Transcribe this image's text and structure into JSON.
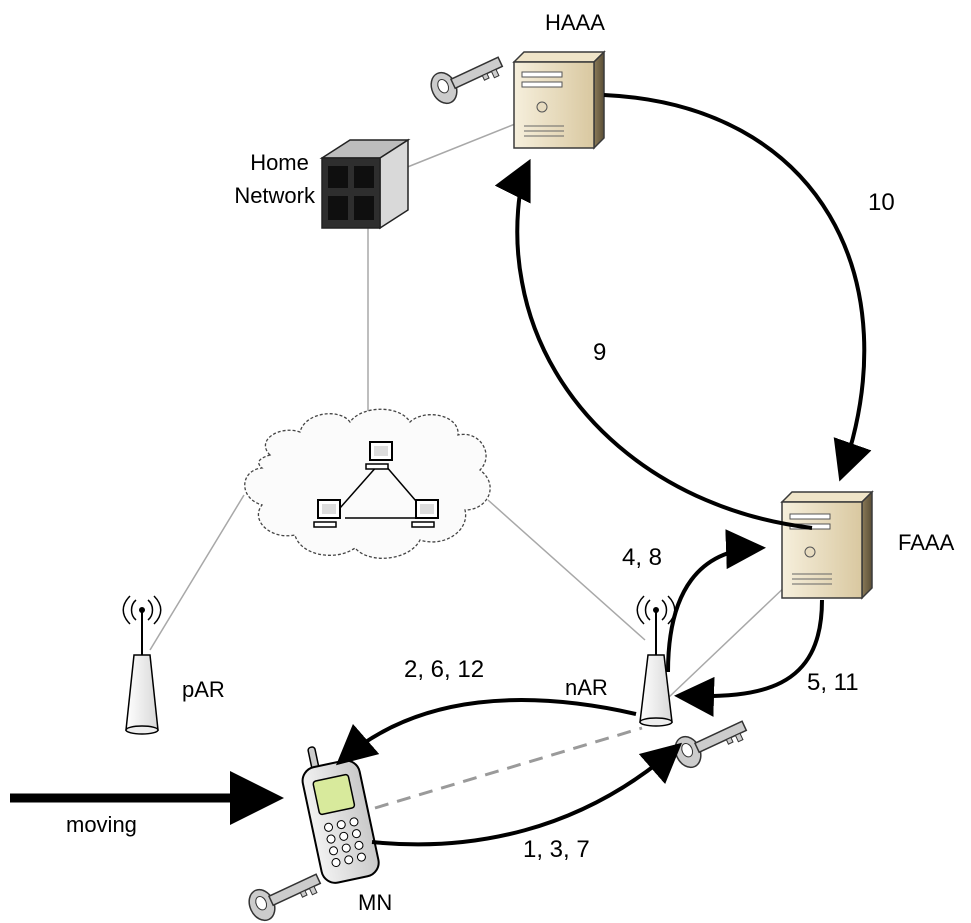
{
  "nodes": {
    "haaa": "HAAA",
    "home_network_line1": "Home",
    "home_network_line2": "Network",
    "faaa": "FAAA",
    "par": "pAR",
    "nar": "nAR",
    "mn": "MN"
  },
  "messages": {
    "m_1_3_7": "1, 3, 7",
    "m_2_6_12": "2, 6, 12",
    "m_4_8": "4, 8",
    "m_5_11": "5, 11",
    "m_9": "9",
    "m_10": "10"
  },
  "motion_label": "moving",
  "icons": [
    "key-icon",
    "server-icon",
    "router-icon",
    "antenna-icon",
    "mobile-phone-icon",
    "cloud-icon",
    "computer-icon"
  ],
  "colors": {
    "arrow": "#000000",
    "link": "#a0a0a0",
    "dashed": "#9a9a9a",
    "server": "#e9dcc0"
  }
}
